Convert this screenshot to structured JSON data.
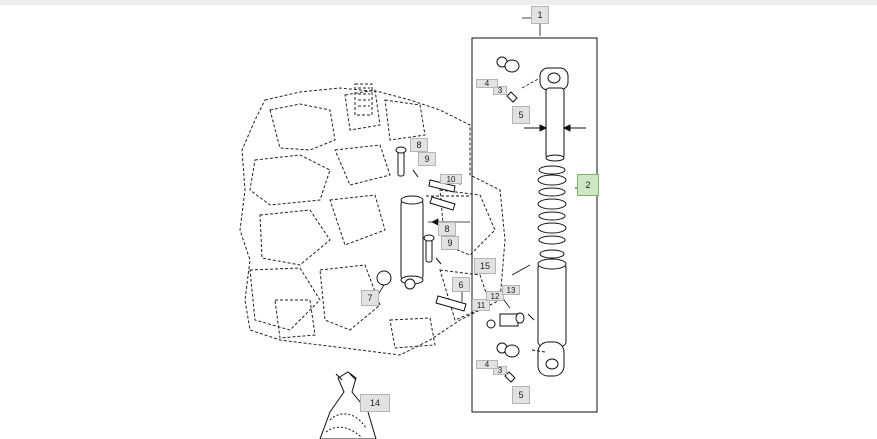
{
  "callouts": [
    {
      "label": "1",
      "active": false
    },
    {
      "label": "2",
      "active": true
    },
    {
      "label": "3",
      "active": false
    },
    {
      "label": "3",
      "active": false
    },
    {
      "label": "4",
      "active": false
    },
    {
      "label": "4",
      "active": false
    },
    {
      "label": "5",
      "active": false
    },
    {
      "label": "5",
      "active": false
    },
    {
      "label": "6",
      "active": false
    },
    {
      "label": "7",
      "active": false
    },
    {
      "label": "8",
      "active": false
    },
    {
      "label": "8",
      "active": false
    },
    {
      "label": "9",
      "active": false
    },
    {
      "label": "9",
      "active": false
    },
    {
      "label": "10",
      "active": false
    },
    {
      "label": "11",
      "active": false
    },
    {
      "label": "12",
      "active": false
    },
    {
      "label": "13",
      "active": false
    },
    {
      "label": "14",
      "active": false
    },
    {
      "label": "15",
      "active": false
    }
  ],
  "colors": {
    "callout_bg": "#e2e2e2",
    "callout_active_bg": "#cfe6c4",
    "callout_active_border": "#7fb26a",
    "line": "#111111"
  }
}
